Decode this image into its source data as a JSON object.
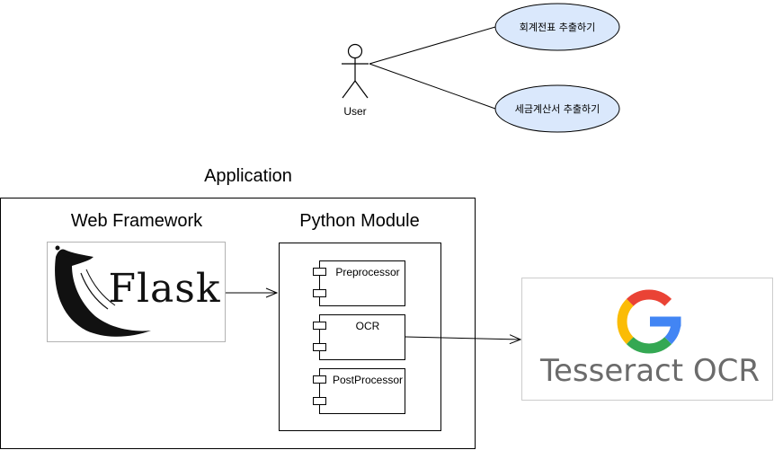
{
  "use_case": {
    "actor_label": "User",
    "cases": [
      {
        "label": "회계전표 추출하기"
      },
      {
        "label": "세금계산서 추출하기"
      }
    ],
    "ellipse_fill": "#dae8fc"
  },
  "application": {
    "title": "Application",
    "web_framework": {
      "title": "Web Framework",
      "logo_text": "Flask"
    },
    "python_module": {
      "title": "Python Module",
      "components": [
        {
          "label": "Preprocessor"
        },
        {
          "label": "OCR"
        },
        {
          "label": "PostProcessor"
        }
      ]
    }
  },
  "external": {
    "ocr_engine_text": "Tesseract OCR",
    "google_colors": [
      "#4285F4",
      "#EA4335",
      "#FBBC05",
      "#34A853"
    ]
  }
}
